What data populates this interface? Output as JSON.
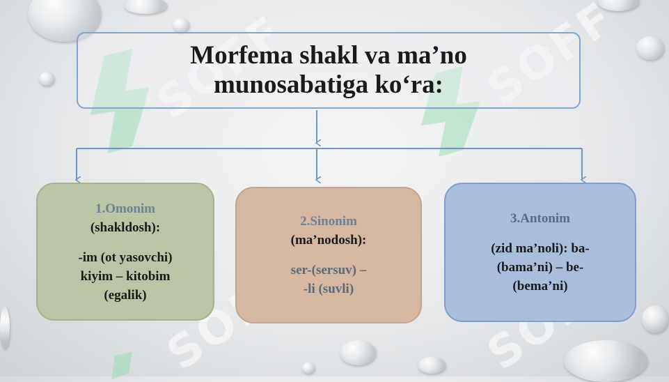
{
  "title": {
    "line1": "Morfema shakl va ma’no",
    "line2": "munosabatiga ko‘ra:"
  },
  "boxes": [
    {
      "heading": "1.Omonim",
      "subheading": "(shakldosh):",
      "lines": [
        "-im (ot yasovchi)",
        "kiyim – kitobim",
        "(egalik)"
      ]
    },
    {
      "heading": "2.Sinonim",
      "subheading": "(ma’nodosh):",
      "lines": [
        "ser-(sersuv) –",
        "-li (suvli)"
      ]
    },
    {
      "heading": "3.Antonim",
      "lines": [
        "(zid ma’noli): ba-",
        "(bama’ni) – be-",
        "(bema’ni)"
      ]
    }
  ],
  "watermark": {
    "text": "SOFF"
  },
  "colors": {
    "title_border": "#7fa6cc",
    "connector": "#6f95bf",
    "box1_fill": "#b9c5a4",
    "box2_fill": "#d6b7a1",
    "box3_fill": "#a9bedd"
  }
}
